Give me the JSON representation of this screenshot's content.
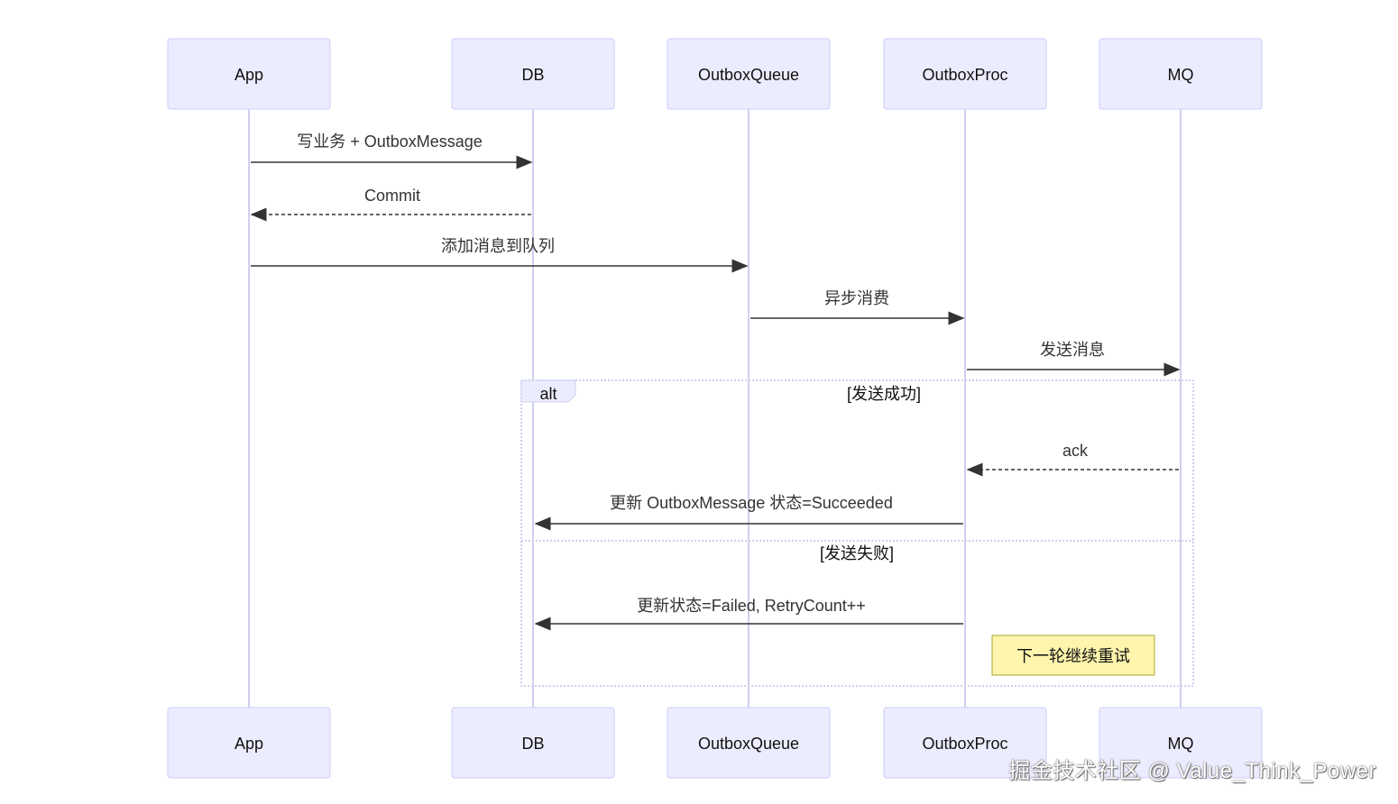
{
  "actors": [
    {
      "id": "App",
      "label": "App"
    },
    {
      "id": "DB",
      "label": "DB"
    },
    {
      "id": "OutboxQueue",
      "label": "OutboxQueue"
    },
    {
      "id": "OutboxProc",
      "label": "OutboxProc"
    },
    {
      "id": "MQ",
      "label": "MQ"
    }
  ],
  "messages": [
    {
      "from": "App",
      "to": "DB",
      "text": "写业务 + OutboxMessage",
      "style": "solid"
    },
    {
      "from": "DB",
      "to": "App",
      "text": "Commit",
      "style": "dashed"
    },
    {
      "from": "App",
      "to": "OutboxQueue",
      "text": "添加消息到队列",
      "style": "solid"
    },
    {
      "from": "OutboxQueue",
      "to": "OutboxProc",
      "text": "异步消费",
      "style": "solid"
    },
    {
      "from": "OutboxProc",
      "to": "MQ",
      "text": "发送消息",
      "style": "solid"
    },
    {
      "from": "MQ",
      "to": "OutboxProc",
      "text": "ack",
      "style": "dashed"
    },
    {
      "from": "OutboxProc",
      "to": "DB",
      "text": "更新 OutboxMessage 状态=Succeeded",
      "style": "solid"
    },
    {
      "from": "OutboxProc",
      "to": "DB",
      "text": "更新状态=Failed, RetryCount++",
      "style": "solid"
    }
  ],
  "alt": {
    "label": "alt",
    "success_condition": "[发送成功]",
    "failure_condition": "[发送失败]"
  },
  "note": {
    "text": "下一轮继续重试"
  },
  "watermark": "掘金技术社区 @ Value_Think_Power",
  "colors": {
    "actor_fill": "#ECECFF",
    "actor_stroke": "#CCCCFF",
    "lifeline": "#CFCFEF",
    "note_fill": "#FFF5AD",
    "note_stroke": "#AAAA33",
    "line": "#333333"
  }
}
